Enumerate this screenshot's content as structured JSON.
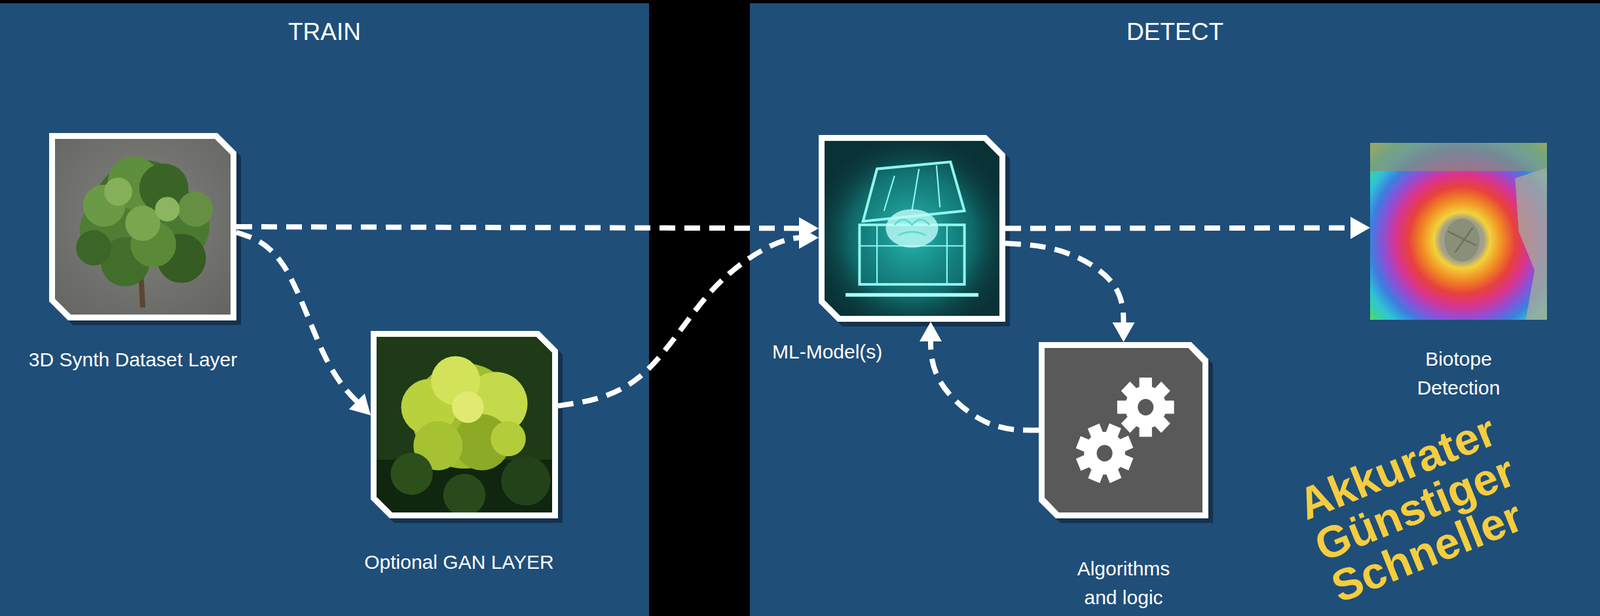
{
  "diagram": {
    "nodes": [
      {
        "text": [
          "TRAIN"
        ]
      },
      {
        "text": [
          "3D Synth Dataset Layer"
        ],
        "in": 0
      },
      {
        "text": [
          "Optional GAN LAYER"
        ],
        "in": 0
      },
      {
        "text": [
          "DETECT"
        ]
      },
      {
        "text": [
          "ML-Model(s)"
        ],
        "in": 3
      },
      {
        "text": [
          "Algorithms and logic"
        ],
        "in": 3
      },
      {
        "text": [
          "Biotope Detection"
        ],
        "in": 3
      }
    ],
    "edges": [
      {
        "from": 1,
        "to": 4,
        "arrow": "to"
      },
      {
        "from": 1,
        "to": 2,
        "arrow": "to"
      },
      {
        "from": 2,
        "to": 4,
        "arrow": "to"
      },
      {
        "from": 4,
        "to": 6,
        "arrow": "to"
      },
      {
        "from": 4,
        "to": 5,
        "arrow": "to"
      },
      {
        "from": 5,
        "to": 4,
        "arrow": "to"
      }
    ],
    "labels": [
      "Akkurater",
      "Günstiger",
      "Schneller"
    ]
  }
}
